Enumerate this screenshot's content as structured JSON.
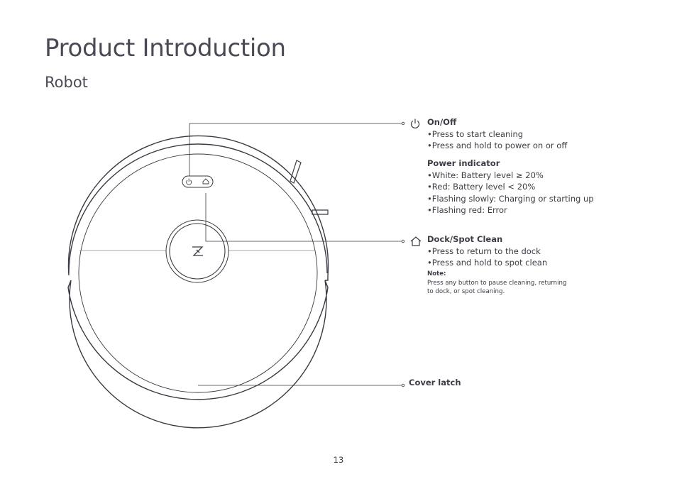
{
  "page": {
    "title": "Product Introduction",
    "subtitle": "Robot",
    "page_number": "13"
  },
  "robot": {
    "logo_glyph": "Z"
  },
  "callouts": {
    "on_off": {
      "head": "On/Off",
      "items": [
        "Press to start cleaning",
        "Press and hold to power on or off"
      ],
      "icon": "power-icon"
    },
    "power_indicator": {
      "head": "Power indicator",
      "items": [
        "White: Battery level ≥ 20%",
        "Red: Battery level < 20%",
        "Flashing slowly: Charging or starting up",
        "Flashing red: Error"
      ]
    },
    "dock": {
      "head": "Dock/Spot Clean",
      "items": [
        "Press to return to the dock",
        "Press and hold to spot clean"
      ],
      "icon": "home-icon"
    },
    "note": {
      "head": "Note:",
      "lines": [
        "Press any button to pause cleaning, returning",
        "to dock, or spot cleaning."
      ]
    },
    "cover_latch": {
      "label": "Cover latch"
    }
  }
}
